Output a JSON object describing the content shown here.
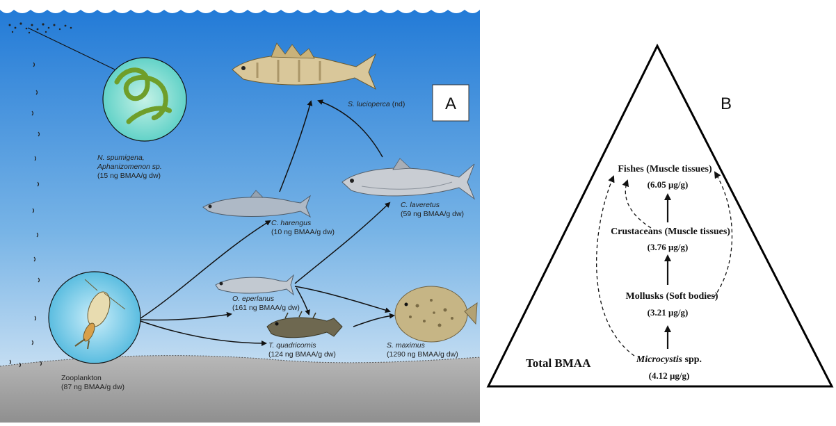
{
  "panel_a": {
    "letter": "A",
    "organisms": [
      {
        "name": "N. spumigena,",
        "name2": "Aphanizomenon sp.",
        "value": "(15 ng BMAA/g dw)"
      },
      {
        "name": "S. lucioperca",
        "value": "(nd)"
      },
      {
        "name": "C. harengus",
        "value": "(10 ng BMAA/g dw)"
      },
      {
        "name": "C. laveretus",
        "value": "(59 ng BMAA/g dw)"
      },
      {
        "name": "O. eperlanus",
        "value": "(161 ng BMAA/g dw)"
      },
      {
        "name": "T. quadricornis",
        "value": "(124 ng BMAA/g dw)"
      },
      {
        "name": "S. maximus",
        "value": "(1290 ng BMAA/g dw)"
      },
      {
        "name": "Zooplankton",
        "value": "(87 ng BMAA/g dw)"
      }
    ]
  },
  "panel_b": {
    "letter": "B",
    "corner_label": "Total BMAA",
    "levels": [
      {
        "name": "Fishes (Muscle tissues)",
        "value": "(6.05 μg/g)"
      },
      {
        "name": "Crustaceans (Muscle tissues)",
        "value": "(3.76 μg/g)"
      },
      {
        "name": "Mollusks (Soft bodies)",
        "value": "(3.21 μg/g)"
      },
      {
        "name_italic": "Microcystis",
        "name_rest": " spp.",
        "value": "(4.12 μg/g)"
      }
    ]
  },
  "colors": {
    "water_top": "#1f78d6",
    "water_bottom": "#dbeaf6",
    "sediment": "#a9a9a9",
    "frame": "#000000"
  }
}
